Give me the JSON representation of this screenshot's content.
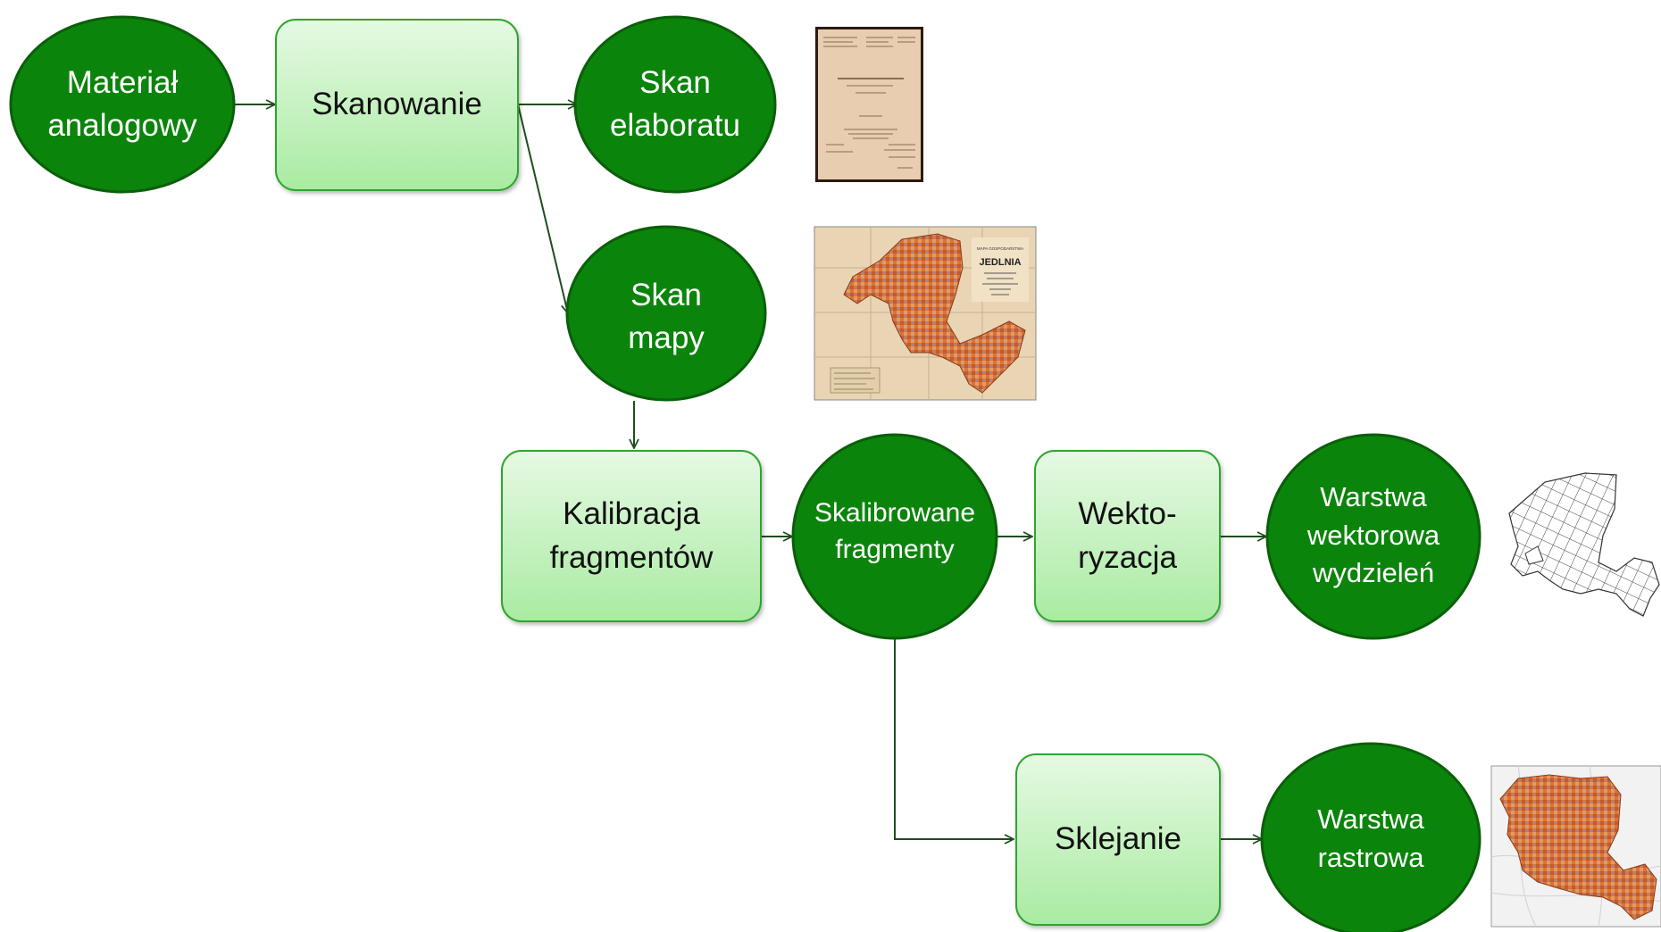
{
  "colors": {
    "oval_fill": "#0b840b",
    "oval_stroke": "#0a5f0a",
    "box_fill_top": "#e6f9e3",
    "box_fill_bottom": "#a9eba2",
    "box_stroke": "#2fa52f",
    "arrow": "#1f4d1f"
  },
  "nodes": {
    "material": {
      "shape": "oval",
      "lines": [
        "Materiał",
        "analogowy"
      ]
    },
    "skanowanie": {
      "shape": "box",
      "lines": [
        "Skanowanie"
      ]
    },
    "skan_elaboratu": {
      "shape": "oval",
      "lines": [
        "Skan",
        "elaboratu"
      ]
    },
    "skan_mapy": {
      "shape": "oval",
      "lines": [
        "Skan",
        "mapy"
      ]
    },
    "kalibracja": {
      "shape": "box",
      "lines": [
        "Kalibracja",
        "fragmentów"
      ]
    },
    "skalibrowane": {
      "shape": "oval",
      "lines": [
        "Skalibrowane",
        "fragmenty"
      ]
    },
    "wektoryzacja": {
      "shape": "box",
      "lines": [
        "Wekto-",
        "ryzacja"
      ]
    },
    "warstwa_wektorowa": {
      "shape": "oval",
      "lines": [
        "Warstwa",
        "wektorowa",
        "wydzieleń"
      ]
    },
    "sklejanie": {
      "shape": "box",
      "lines": [
        "Sklejanie"
      ]
    },
    "warstwa_rastrowa": {
      "shape": "oval",
      "lines": [
        "Warstwa",
        "rastrowa"
      ]
    }
  },
  "map_title": [
    "MAPA GOSPODARSTWA",
    "JEDLNIA"
  ]
}
